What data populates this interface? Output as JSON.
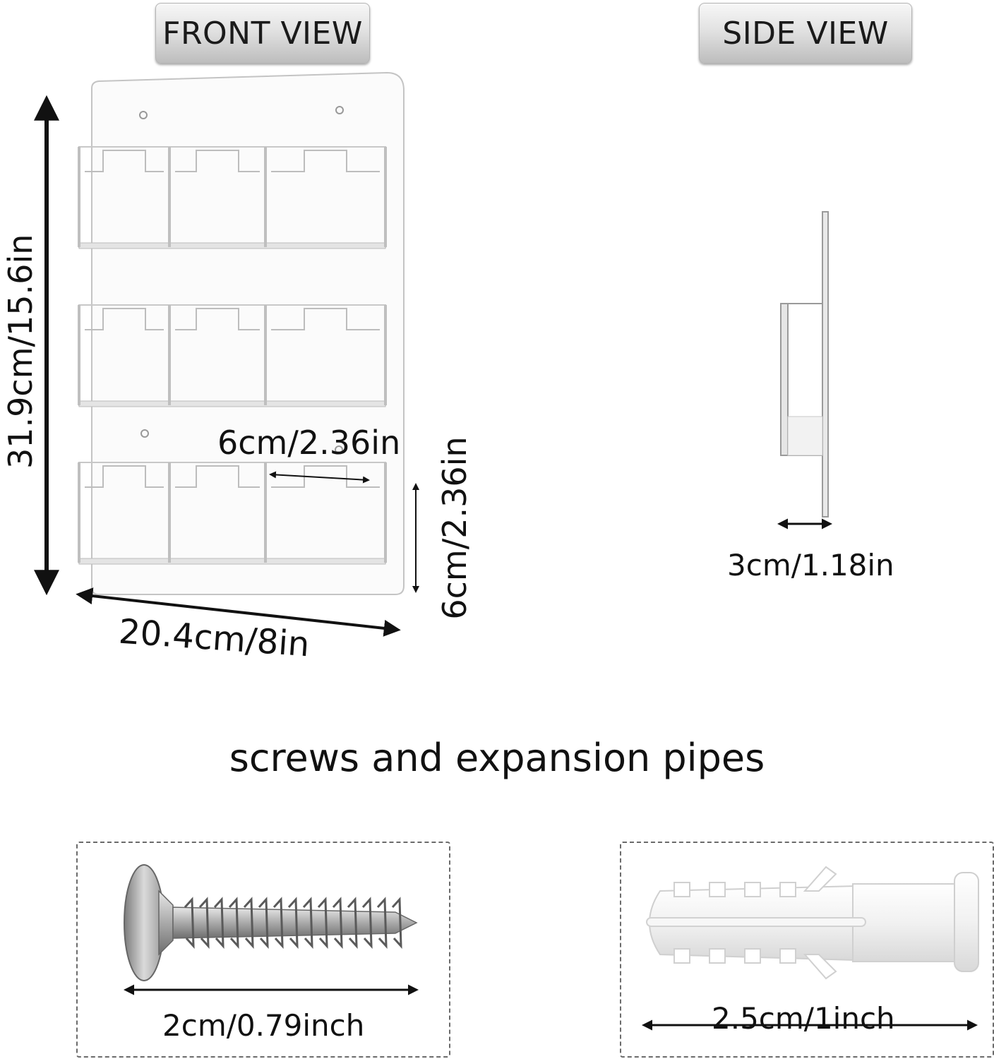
{
  "views": {
    "front_label": "FRONT VIEW",
    "side_label": "SIDE VIEW"
  },
  "front_dimensions": {
    "height": "31.9cm/15.6in",
    "width": "20.4cm/8in",
    "pocket_width": "6cm/2.36in",
    "pocket_height": "6cm/2.36in"
  },
  "side_dimensions": {
    "depth": "3cm/1.18in"
  },
  "accessories": {
    "title": "screws and expansion pipes",
    "screw_length": "2cm/0.79inch",
    "anchor_length": "2.5cm/1inch"
  },
  "colors": {
    "acrylic_edge": "#b8b8b8",
    "screw_metal": "#9a9a9a",
    "anchor_plastic": "#f4f4f4",
    "arrow": "#111111"
  }
}
